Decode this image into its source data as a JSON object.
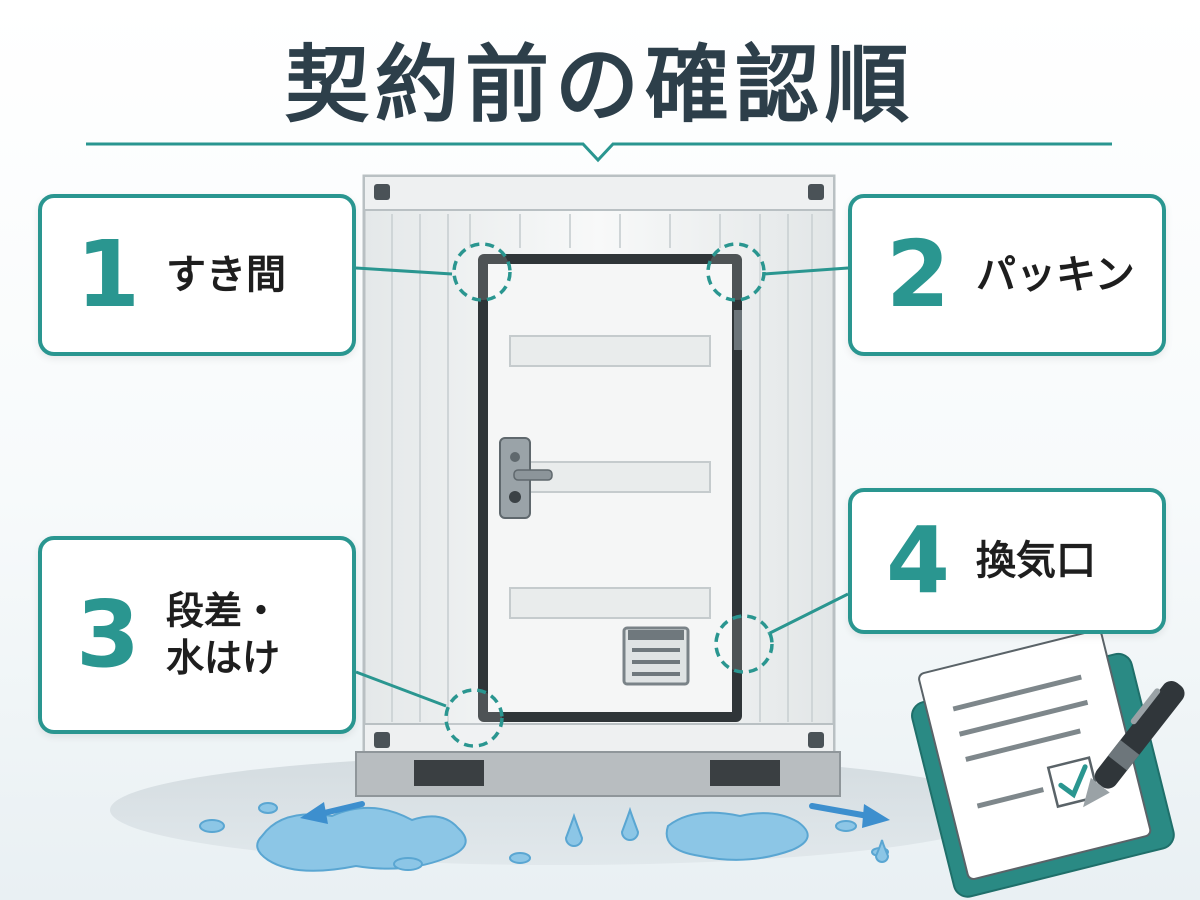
{
  "title": "契約前の確認順",
  "colors": {
    "accent": "#2a9690",
    "title_text": "#2d3f4a",
    "container": "#f1f3f3",
    "water": "#8cc6e6"
  },
  "checkpoints": [
    {
      "number": "1",
      "label": "すき間"
    },
    {
      "number": "2",
      "label": "パッキン"
    },
    {
      "number": "3",
      "label": "段差・\n水はけ"
    },
    {
      "number": "4",
      "label": "換気口"
    }
  ],
  "icons": [
    "container-illustration",
    "door-handle-icon",
    "vent-icon",
    "clipboard-checklist-icon",
    "pen-icon",
    "water-puddle",
    "arrow-left-icon",
    "arrow-right-icon"
  ]
}
